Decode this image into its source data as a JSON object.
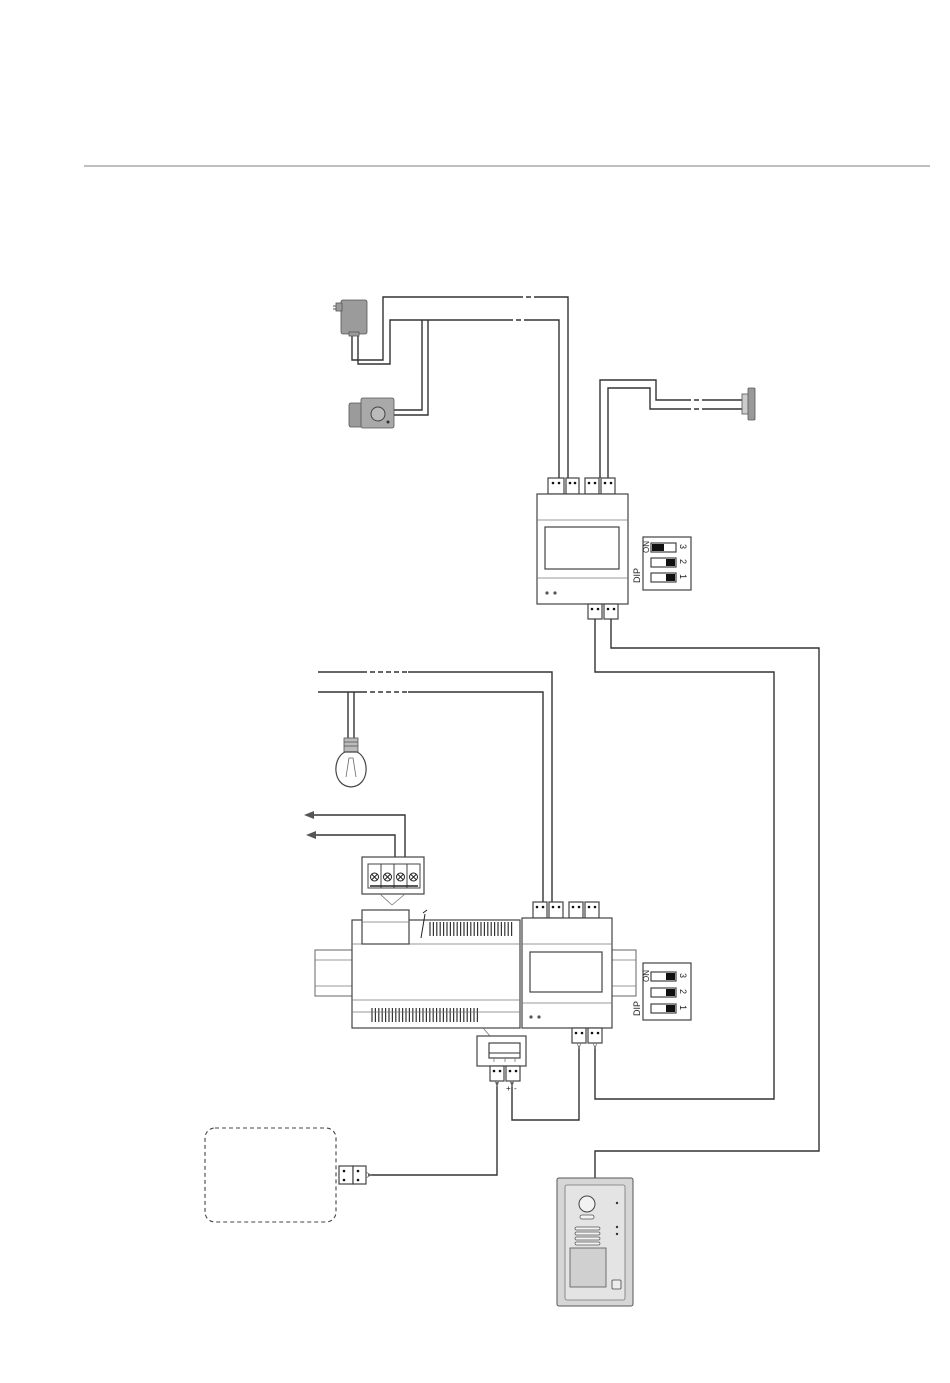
{
  "diagram": {
    "dip_switch_top": {
      "label": "DIP",
      "on_label": "ON",
      "numbers": [
        "3",
        "2",
        "1"
      ],
      "states": [
        "on",
        "off",
        "off"
      ]
    },
    "dip_switch_bottom": {
      "label": "DIP",
      "on_label": "ON",
      "numbers": [
        "3",
        "2",
        "1"
      ],
      "states": [
        "off",
        "off",
        "off"
      ]
    },
    "terminal_plus": "+",
    "terminal_minus": "-"
  }
}
